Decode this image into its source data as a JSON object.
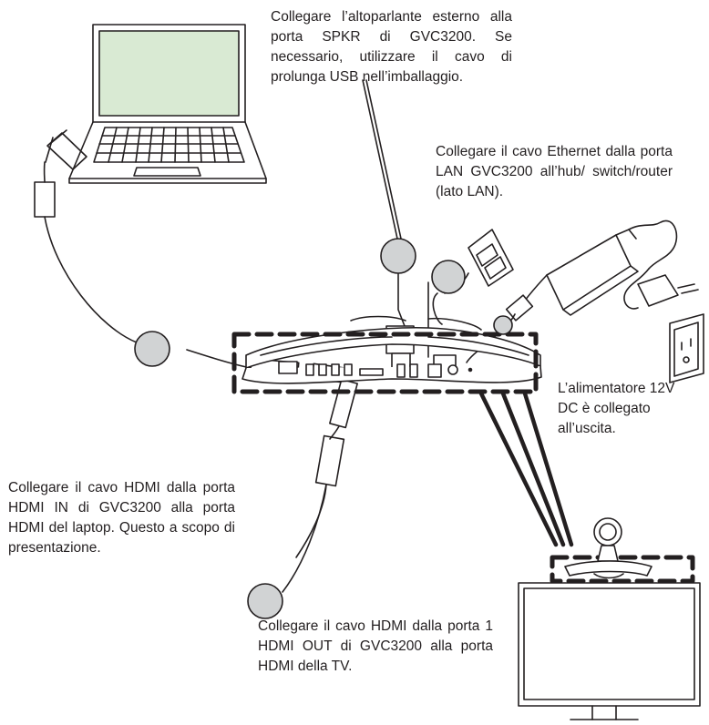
{
  "captions": {
    "speaker": "Collegare l’altoparlante esterno alla porta SPKR di GVC3200. Se necessario, utilizzare il cavo di prolunga USB nell’imballaggio.",
    "ethernet": "Collegare il cavo Ethernet dalla porta LAN GVC3200 all’hub/ switch/router (lato LAN).",
    "power": "L’alimentatore 12V DC è collegato all’uscita.",
    "hdmi_in": "Collegare il cavo HDMI dalla porta HDMI IN di GVC3200 alla porta HDMI del laptop. Questo a scopo di presentazione.",
    "hdmi_out": "Collegare il cavo HDMI dalla porta 1 HDMI OUT di GVC3200 alla porta HDMI della TV."
  },
  "colors": {
    "line": "#231f20",
    "circle_fill": "#d1d3d4",
    "screen_fill": "#d9ead3",
    "device_fill": "#ffffff"
  },
  "icons": [
    "laptop-icon",
    "tv-monitor-icon",
    "camera-icon",
    "power-adapter-icon",
    "wall-outlet-icon",
    "ethernet-wall-jack-icon",
    "hdmi-plug-icon",
    "usb-plug-icon"
  ]
}
